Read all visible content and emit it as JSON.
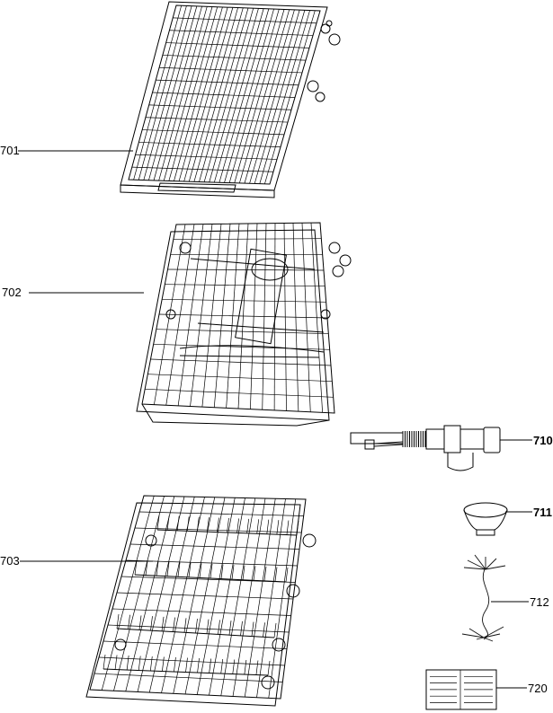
{
  "parts": [
    {
      "id": "cutlery-tray",
      "label": "701"
    },
    {
      "id": "upper-basket",
      "label": "702"
    },
    {
      "id": "lower-basket",
      "label": "703"
    },
    {
      "id": "water-inlet-hose",
      "label": "710"
    },
    {
      "id": "salt-cap",
      "label": "711"
    },
    {
      "id": "wiring-harness",
      "label": "712"
    },
    {
      "id": "program-label",
      "label": "720"
    }
  ]
}
